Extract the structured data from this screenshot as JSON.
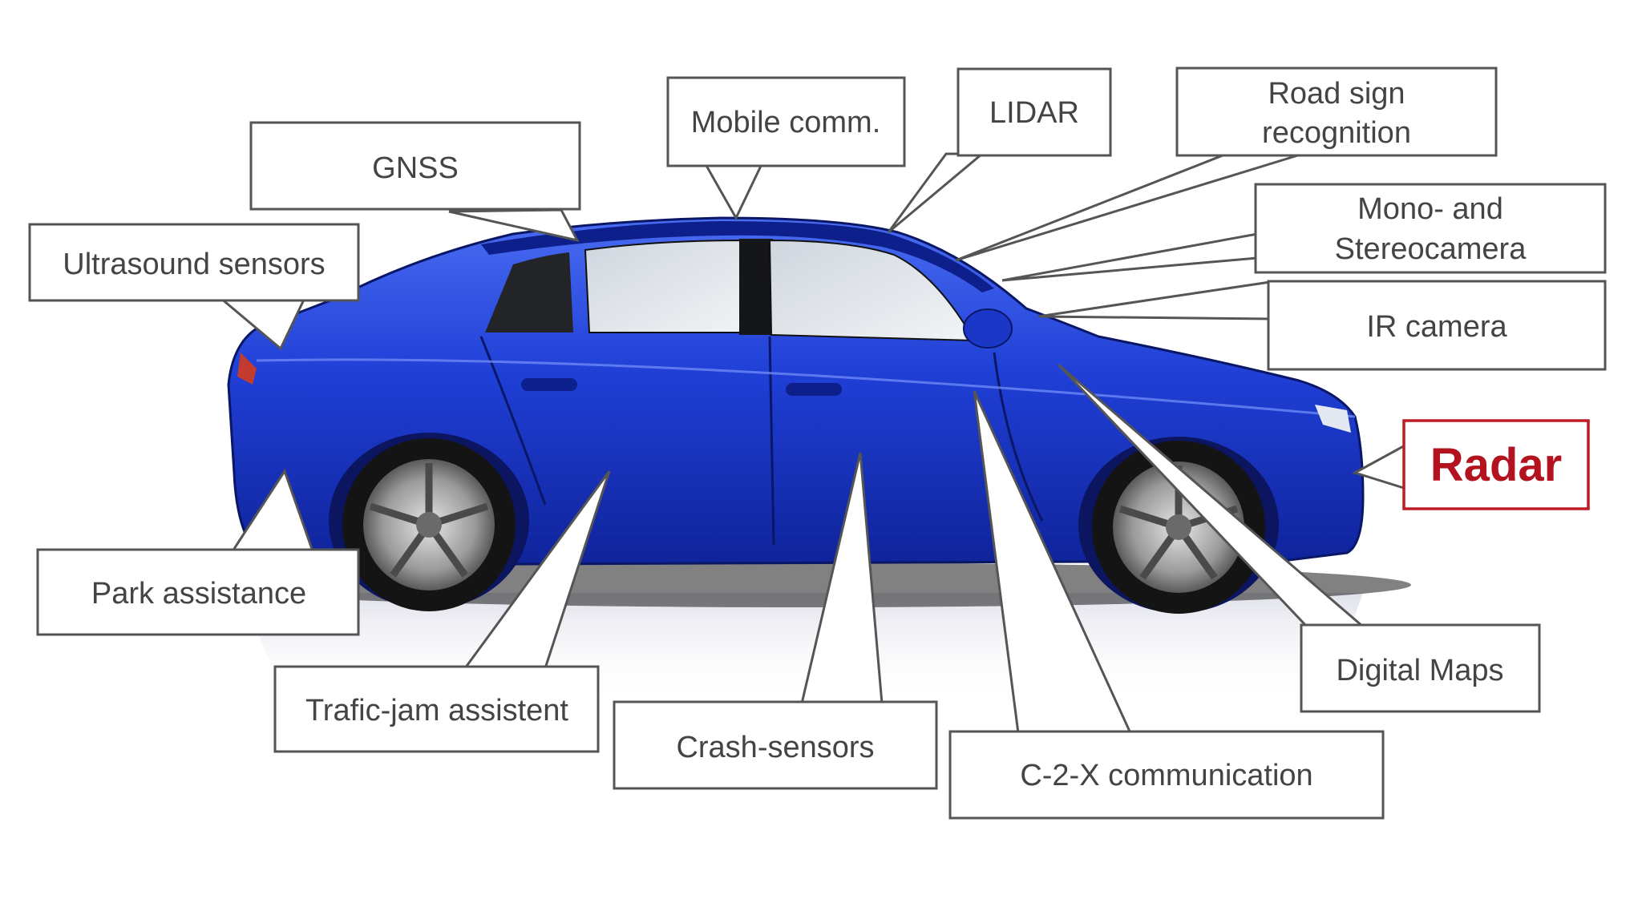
{
  "callouts": {
    "gnss": "GNSS",
    "mobile_comm": "Mobile comm.",
    "lidar": "LIDAR",
    "road_sign_line1": "Road sign",
    "road_sign_line2": "recognition",
    "mono_line1": "Mono- and",
    "mono_line2": "Stereocamera",
    "ir_camera": "IR camera",
    "radar": "Radar",
    "ultrasound": "Ultrasound sensors",
    "park_assistance": "Park assistance",
    "trafic_jam": "Trafic-jam assistent",
    "crash_sensors": "Crash-sensors",
    "c2x": "C-2-X communication",
    "digital_maps": "Digital Maps"
  },
  "colors": {
    "car_body": "#1f3fd6",
    "car_dark": "#0d1f8a",
    "radar_accent": "#b3121f",
    "box_stroke": "#555555"
  }
}
